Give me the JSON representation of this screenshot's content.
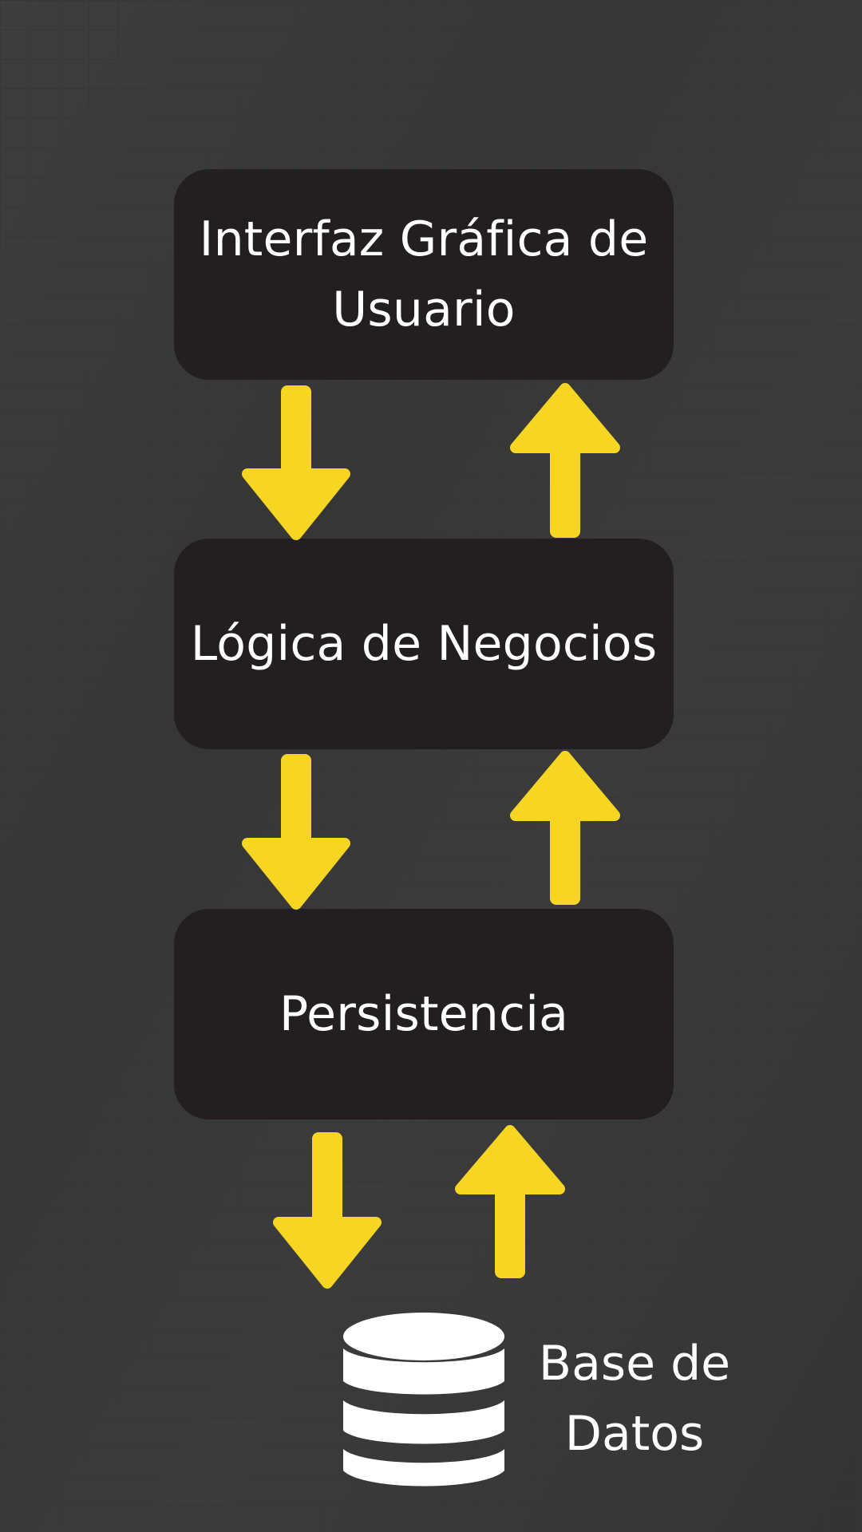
{
  "colors": {
    "background": "#383838",
    "grid_line": "#2f3a33",
    "box_fill": "#231f20",
    "arrow": "#f7d523",
    "text": "#ffffff"
  },
  "layers": [
    {
      "label": "Interfaz Gráfica de Usuario",
      "lines": [
        "Interfaz Gráfica de",
        "Usuario"
      ]
    },
    {
      "label": "Lógica de Negocios",
      "lines": [
        "Lógica de Negocios"
      ]
    },
    {
      "label": "Persistencia",
      "lines": [
        "Persistencia"
      ]
    }
  ],
  "database": {
    "label_lines": [
      "Base de",
      "Datos"
    ],
    "icon": "database-icon"
  },
  "connections": [
    {
      "from": "Interfaz Gráfica de Usuario",
      "to": "Lógica de Negocios",
      "icon": "arrow-down-icon"
    },
    {
      "from": "Lógica de Negocios",
      "to": "Interfaz Gráfica de Usuario",
      "icon": "arrow-up-icon"
    },
    {
      "from": "Lógica de Negocios",
      "to": "Persistencia",
      "icon": "arrow-down-icon"
    },
    {
      "from": "Persistencia",
      "to": "Lógica de Negocios",
      "icon": "arrow-up-icon"
    },
    {
      "from": "Persistencia",
      "to": "Base de Datos",
      "icon": "arrow-down-icon"
    },
    {
      "from": "Base de Datos",
      "to": "Persistencia",
      "icon": "arrow-up-icon"
    }
  ]
}
